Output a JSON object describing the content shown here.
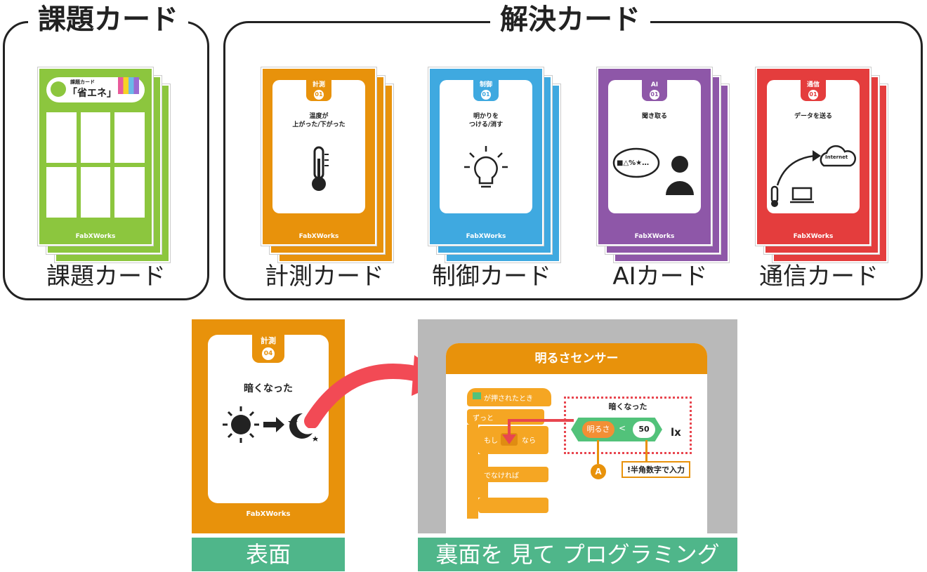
{
  "task_group": {
    "title": "課題カード",
    "caption": "課題カード"
  },
  "solution_group": {
    "title": "解決カード"
  },
  "task_card": {
    "header_small": "課題カード",
    "header_main": "「省エネ」",
    "footer": "FabXWorks",
    "color": "#8cc63e"
  },
  "solution_cards": [
    {
      "category": "計測",
      "number": "01",
      "label": "温度が\n上がった/下がった",
      "caption": "計測カード",
      "color": "#e8920b",
      "icon": "thermometer-icon"
    },
    {
      "category": "制御",
      "number": "01",
      "label": "明かりを\nつける/消す",
      "caption": "制御カード",
      "color": "#3fa9e0",
      "icon": "lightbulb-icon"
    },
    {
      "category": "AI",
      "number": "01",
      "label": "聞き取る",
      "caption": "AIカード",
      "color": "#8e57a8",
      "icon": "speaking-person-icon",
      "bubble_text": "■△%★…"
    },
    {
      "category": "通信",
      "number": "01",
      "label": "データを送る",
      "caption": "通信カード",
      "color": "#e43d3d",
      "icon": "internet-cloud-icon",
      "cloud_text": "Internet"
    }
  ],
  "card_footer": "FabXWorks",
  "front_card": {
    "category": "計測",
    "number": "04",
    "label": "暗くなった",
    "footer": "FabXWorks",
    "color": "#e8920b",
    "bar_label": "表面"
  },
  "back_panel": {
    "title": "明るさセンサー",
    "hat_block": "が押されたとき",
    "forever_block": "ずっと",
    "if_label": "もし",
    "then_label": "なら",
    "else_label": "でなければ",
    "condition_caption": "暗くなった",
    "sensor_reporter": "明るさ",
    "operator": "<",
    "value": "50",
    "unit_text": "lx",
    "marker": "A",
    "note": "!半角数字で入力",
    "bar_label": "裏面を 見て プログラミング"
  },
  "colors": {
    "orange": "#e8920b",
    "scratch_orange": "#f5a623",
    "green": "#4fb68a",
    "sensor_green": "#52c27a",
    "gray": "#b9b9b9",
    "arrow_red": "#f24a55"
  }
}
